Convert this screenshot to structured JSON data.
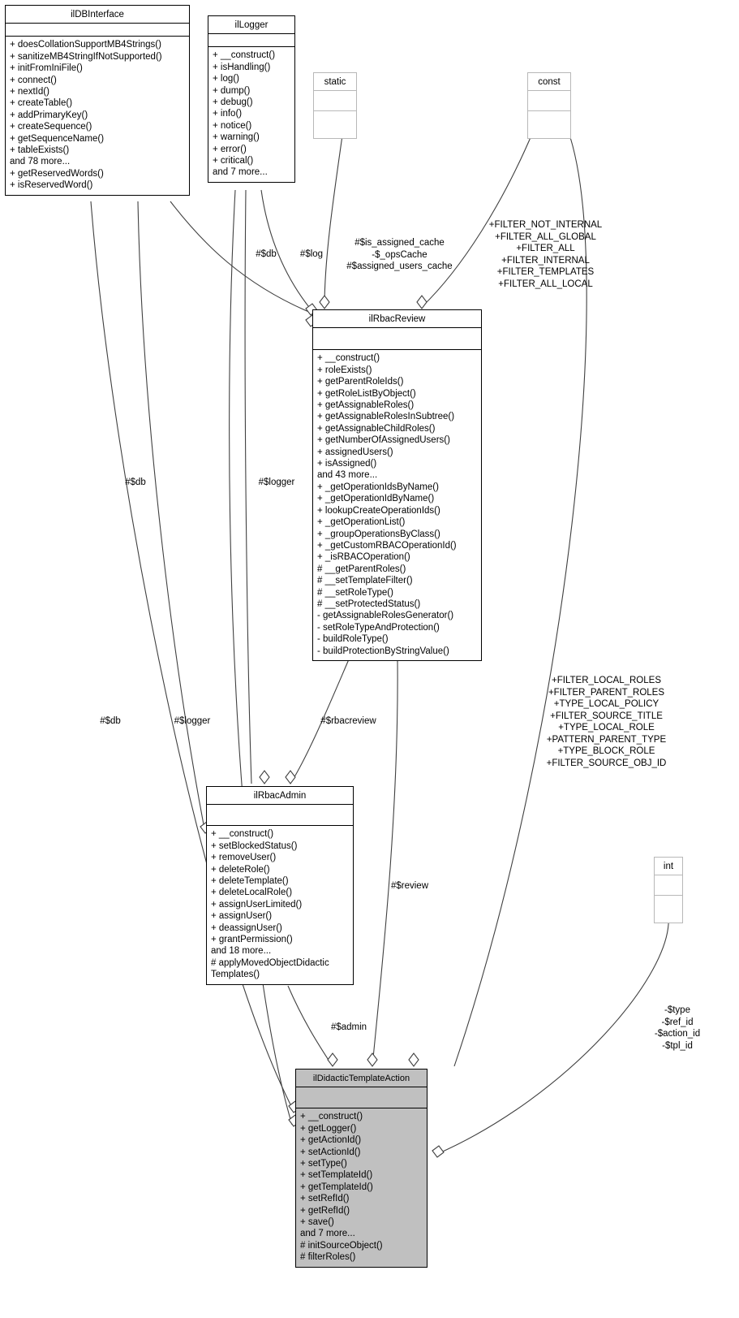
{
  "diagram": {
    "kind": "uml-class-diagram",
    "background": "#ffffff",
    "line_color": "#404040",
    "highlight_fill": "#c0c0c0"
  },
  "nodes": {
    "ildbinterface": {
      "name": "ilDBInterface",
      "attributes": [],
      "operations": [
        "+ doesCollationSupportMB4Strings()",
        "+ sanitizeMB4StringIfNotSupported()",
        "+ initFromIniFile()",
        "+ connect()",
        "+ nextId()",
        "+ createTable()",
        "+ addPrimaryKey()",
        "+ createSequence()",
        "+ getSequenceName()",
        "+ tableExists()",
        "and 78 more...",
        "+ getReservedWords()",
        "+ isReservedWord()"
      ]
    },
    "illogger": {
      "name": "ilLogger",
      "attributes": [],
      "operations": [
        "+ __construct()",
        "+ isHandling()",
        "+ log()",
        "+ dump()",
        "+ debug()",
        "+ info()",
        "+ notice()",
        "+ warning()",
        "+ error()",
        "+ critical()",
        "and 7 more..."
      ]
    },
    "static": {
      "name": "static",
      "attributes": [],
      "operations": []
    },
    "const": {
      "name": "const",
      "attributes": [],
      "operations": []
    },
    "int": {
      "name": "int",
      "attributes": [],
      "operations": []
    },
    "ilrbacreview": {
      "name": "ilRbacReview",
      "attributes": [],
      "operations": [
        "+ __construct()",
        "+ roleExists()",
        "+ getParentRoleIds()",
        "+ getRoleListByObject()",
        "+ getAssignableRoles()",
        "+ getAssignableRolesInSubtree()",
        "+ getAssignableChildRoles()",
        "+ getNumberOfAssignedUsers()",
        "+ assignedUsers()",
        "+ isAssigned()",
        "and 43 more...",
        "+ _getOperationIdsByName()",
        "+ _getOperationIdByName()",
        "+ lookupCreateOperationIds()",
        "+ _getOperationList()",
        "+ _groupOperationsByClass()",
        "+ _getCustomRBACOperationId()",
        "+ _isRBACOperation()",
        "# __getParentRoles()",
        "# __setTemplateFilter()",
        "# __setRoleType()",
        "# __setProtectedStatus()",
        "- getAssignableRolesGenerator()",
        "- setRoleTypeAndProtection()",
        "- buildRoleType()",
        "- buildProtectionByStringValue()"
      ]
    },
    "ilrbacadmin": {
      "name": "ilRbacAdmin",
      "attributes": [],
      "operations": [
        "+ __construct()",
        "+ setBlockedStatus()",
        "+ removeUser()",
        "+ deleteRole()",
        "+ deleteTemplate()",
        "+ deleteLocalRole()",
        "+ assignUserLimited()",
        "+ assignUser()",
        "+ deassignUser()",
        "+ grantPermission()",
        "and 18 more...",
        "# applyMovedObjectDidactic Templates()"
      ]
    },
    "ildidactictemplateaction": {
      "name": "ilDidacticTemplateAction",
      "attributes": [],
      "operations": [
        "+ __construct()",
        "+ getLogger()",
        "+ getActionId()",
        "+ setActionId()",
        "+ setType()",
        "+ setTemplateId()",
        "+ getTemplateId()",
        "+ setRefId()",
        "+ getRefId()",
        "+ save()",
        "and 7 more...",
        "# initSourceObject()",
        "# filterRoles()"
      ]
    }
  },
  "edge_labels": {
    "db_to_rbacreview": "#$db",
    "log_to_rbacreview": "#$log",
    "static_members": "#$is_assigned_cache\n-$_opsCache\n#$assigned_users_cache",
    "const_rbacreview": "+FILTER_NOT_INTERNAL\n+FILTER_ALL_GLOBAL\n+FILTER_ALL\n+FILTER_INTERNAL\n+FILTER_TEMPLATES\n+FILTER_ALL_LOCAL",
    "db_to_rbacadmin": "#$db",
    "logger_to_rbacreview": "#$logger",
    "db_to_action": "#$db",
    "logger_to_rbacadmin": "#$logger",
    "rbacreview_to_rbacadmin": "#$rbacreview",
    "const_action": "+FILTER_LOCAL_ROLES\n+FILTER_PARENT_ROLES\n+TYPE_LOCAL_POLICY\n+FILTER_SOURCE_TITLE\n+TYPE_LOCAL_ROLE\n+PATTERN_PARENT_TYPE\n+TYPE_BLOCK_ROLE\n+FILTER_SOURCE_OBJ_ID",
    "review_to_action": "#$review",
    "admin_to_action": "#$admin",
    "int_members": "-$type\n-$ref_id\n-$action_id\n-$tpl_id"
  }
}
